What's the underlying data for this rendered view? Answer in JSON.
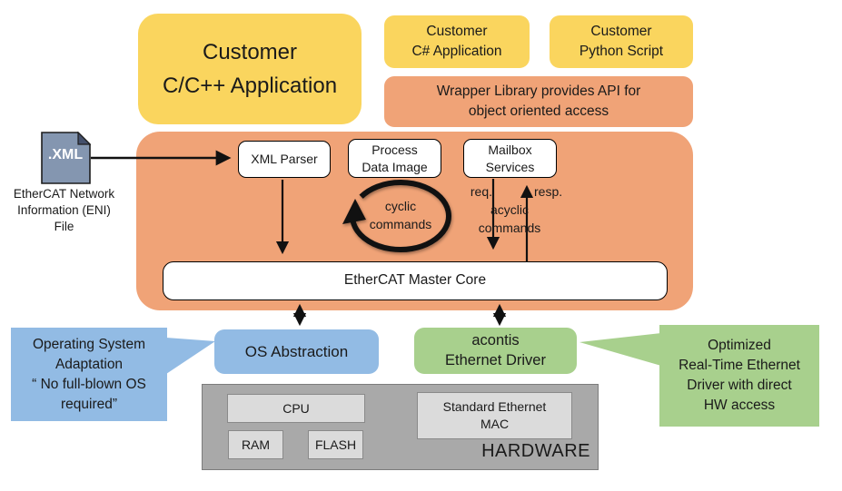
{
  "colors": {
    "app_yellow": "#FAD55E",
    "wrapper_orange": "#F0A377",
    "os_blue": "#92BBE4",
    "driver_green": "#A8D08D",
    "hardware_gray": "#A9A9A9",
    "hardware_chip_gray": "#DBDBDB",
    "eni_icon_slate": "#8496B0"
  },
  "application_layer": {
    "cpp_app": [
      "Customer",
      "C/C++ Application"
    ],
    "csharp_app": [
      "Customer",
      "C# Application"
    ],
    "python_app": [
      "Customer",
      "Python Script"
    ],
    "wrapper_library": [
      "Wrapper Library provides API for",
      "object oriented access"
    ]
  },
  "eni_file": {
    "icon": "xml-document-icon",
    "icon_label": ".XML",
    "caption": [
      "EtherCAT Network",
      "Information (ENI)",
      "File"
    ]
  },
  "master_stack": {
    "xml_parser": "XML Parser",
    "process_data_image": [
      "Process",
      "Data Image"
    ],
    "mailbox_services": [
      "Mailbox",
      "Services"
    ],
    "cyclic_commands": [
      "cyclic",
      "commands"
    ],
    "request_label": "req.",
    "response_label": "resp.",
    "acyclic_commands": [
      "acyclic",
      "commands"
    ],
    "core": "EtherCAT Master Core"
  },
  "platform_layer": {
    "os_abstraction": "OS Abstraction",
    "ethernet_driver": [
      "acontis",
      "Ethernet Driver"
    ]
  },
  "callouts": {
    "os_adaptation": [
      "Operating System",
      "Adaptation",
      "“ No full-blown OS",
      "required”"
    ],
    "driver_note": [
      "Optimized",
      "Real-Time Ethernet",
      "Driver with direct",
      "HW access"
    ]
  },
  "hardware": {
    "cpu": "CPU",
    "ram": "RAM",
    "flash": "FLASH",
    "ethernet_mac": [
      "Standard Ethernet",
      "MAC"
    ],
    "label": "HARDWARE"
  }
}
